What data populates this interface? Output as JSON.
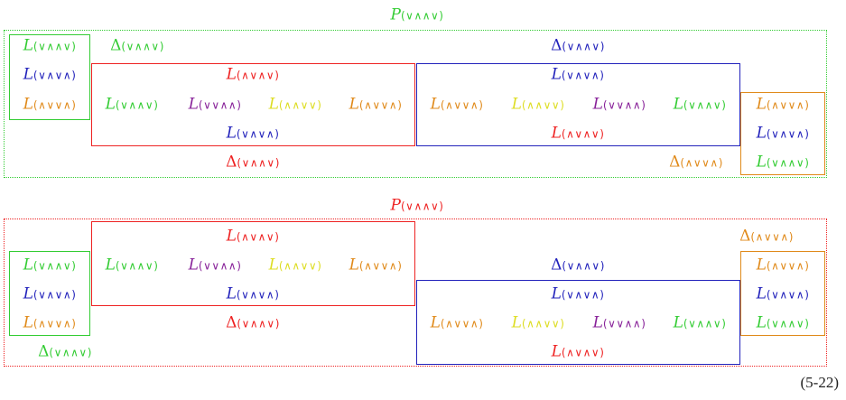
{
  "colors": {
    "green": "#33cc33",
    "red": "#ee2222",
    "blue": "#2222bb",
    "yellow": "#dddd22",
    "purple": "#882299",
    "orange": "#e08a1a"
  },
  "equation_number": "(5-22)",
  "diagram1": {
    "title": {
      "sym": "P",
      "arg": "(∨∧∧∨)"
    },
    "top_delta_green": {
      "sym": "Δ",
      "arg": "(∨∧∧∨)"
    },
    "top_delta_blue": {
      "sym": "Δ",
      "arg": "(∨∧∧∨)"
    },
    "left_col": [
      {
        "sym": "L",
        "arg": "(∨∧∧∨)"
      },
      {
        "sym": "L",
        "arg": "(∨∧∨∧)"
      },
      {
        "sym": "L",
        "arg": "(∧∨∨∧)"
      }
    ],
    "red_top": {
      "sym": "L",
      "arg": "(∧∨∧∨)"
    },
    "red_mid": [
      {
        "sym": "L",
        "arg": "(∨∧∧∨)"
      },
      {
        "sym": "L",
        "arg": "(∨∨∧∧)"
      },
      {
        "sym": "L",
        "arg": "(∧∧∨∨)"
      },
      {
        "sym": "L",
        "arg": "(∧∨∨∧)"
      }
    ],
    "red_bot": {
      "sym": "L",
      "arg": "(∨∧∨∧)"
    },
    "red_delta": {
      "sym": "Δ",
      "arg": "(∨∧∧∨)"
    },
    "blue_top": {
      "sym": "L",
      "arg": "(∨∧∨∧)"
    },
    "blue_mid": [
      {
        "sym": "L",
        "arg": "(∧∨∨∧)"
      },
      {
        "sym": "L",
        "arg": "(∧∧∨∨)"
      },
      {
        "sym": "L",
        "arg": "(∨∨∧∧)"
      },
      {
        "sym": "L",
        "arg": "(∨∧∧∨)"
      }
    ],
    "blue_bot": {
      "sym": "L",
      "arg": "(∧∨∧∨)"
    },
    "orange_delta": {
      "sym": "Δ",
      "arg": "(∧∨∨∧)"
    },
    "right_col": [
      {
        "sym": "L",
        "arg": "(∧∨∨∧)"
      },
      {
        "sym": "L",
        "arg": "(∨∧∨∧)"
      },
      {
        "sym": "L",
        "arg": "(∨∧∧∨)"
      }
    ]
  },
  "diagram2": {
    "title": {
      "sym": "P",
      "arg": "(∨∧∧∨)"
    },
    "red_top": {
      "sym": "L",
      "arg": "(∧∨∧∨)"
    },
    "orange_delta": {
      "sym": "Δ",
      "arg": "(∧∨∨∧)"
    },
    "left_col": [
      {
        "sym": "L",
        "arg": "(∨∧∧∨)"
      },
      {
        "sym": "L",
        "arg": "(∨∧∨∧)"
      },
      {
        "sym": "L",
        "arg": "(∧∨∨∧)"
      }
    ],
    "red_mid": [
      {
        "sym": "L",
        "arg": "(∨∧∧∨)"
      },
      {
        "sym": "L",
        "arg": "(∨∨∧∧)"
      },
      {
        "sym": "L",
        "arg": "(∧∧∨∨)"
      },
      {
        "sym": "L",
        "arg": "(∧∨∨∧)"
      }
    ],
    "red_bot": {
      "sym": "L",
      "arg": "(∨∧∨∧)"
    },
    "red_delta": {
      "sym": "Δ",
      "arg": "(∨∧∧∨)"
    },
    "green_delta": {
      "sym": "Δ",
      "arg": "(∨∧∧∨)"
    },
    "blue_delta": {
      "sym": "Δ",
      "arg": "(∨∧∧∨)"
    },
    "blue_top": {
      "sym": "L",
      "arg": "(∨∧∨∧)"
    },
    "blue_mid": [
      {
        "sym": "L",
        "arg": "(∧∨∨∧)"
      },
      {
        "sym": "L",
        "arg": "(∧∧∨∨)"
      },
      {
        "sym": "L",
        "arg": "(∨∨∧∧)"
      },
      {
        "sym": "L",
        "arg": "(∨∧∧∨)"
      }
    ],
    "blue_bot": {
      "sym": "L",
      "arg": "(∧∨∧∨)"
    },
    "right_col": [
      {
        "sym": "L",
        "arg": "(∧∨∨∧)"
      },
      {
        "sym": "L",
        "arg": "(∨∧∨∧)"
      },
      {
        "sym": "L",
        "arg": "(∨∧∧∨)"
      }
    ]
  }
}
